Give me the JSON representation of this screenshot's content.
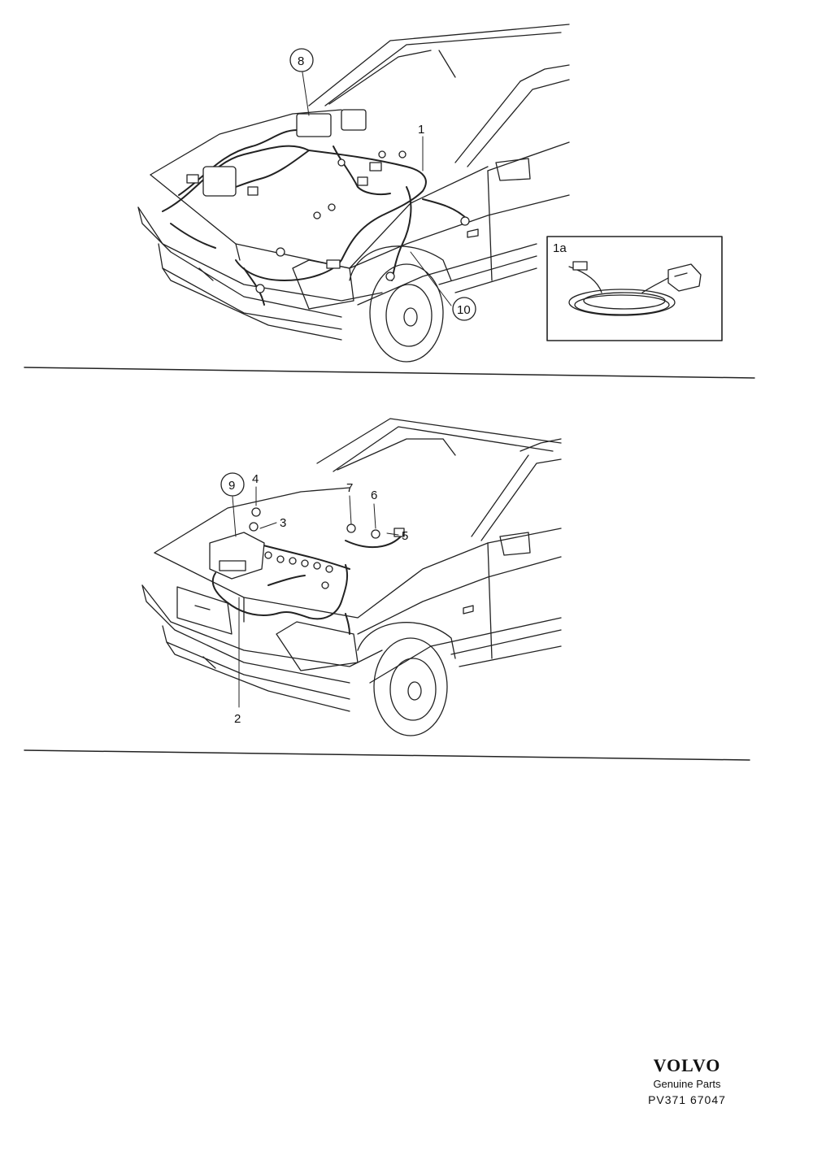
{
  "figure_top": {
    "callouts": {
      "c1": "1",
      "c1a": "1a",
      "c8": "8",
      "c10": "10"
    }
  },
  "figure_bottom": {
    "callouts": {
      "c2": "2",
      "c3": "3",
      "c4": "4",
      "c5": "5",
      "c6": "6",
      "c7": "7",
      "c9": "9"
    }
  },
  "footer": {
    "brand": "VOLVO",
    "subtitle": "Genuine Parts",
    "code": "PV371 67047"
  }
}
